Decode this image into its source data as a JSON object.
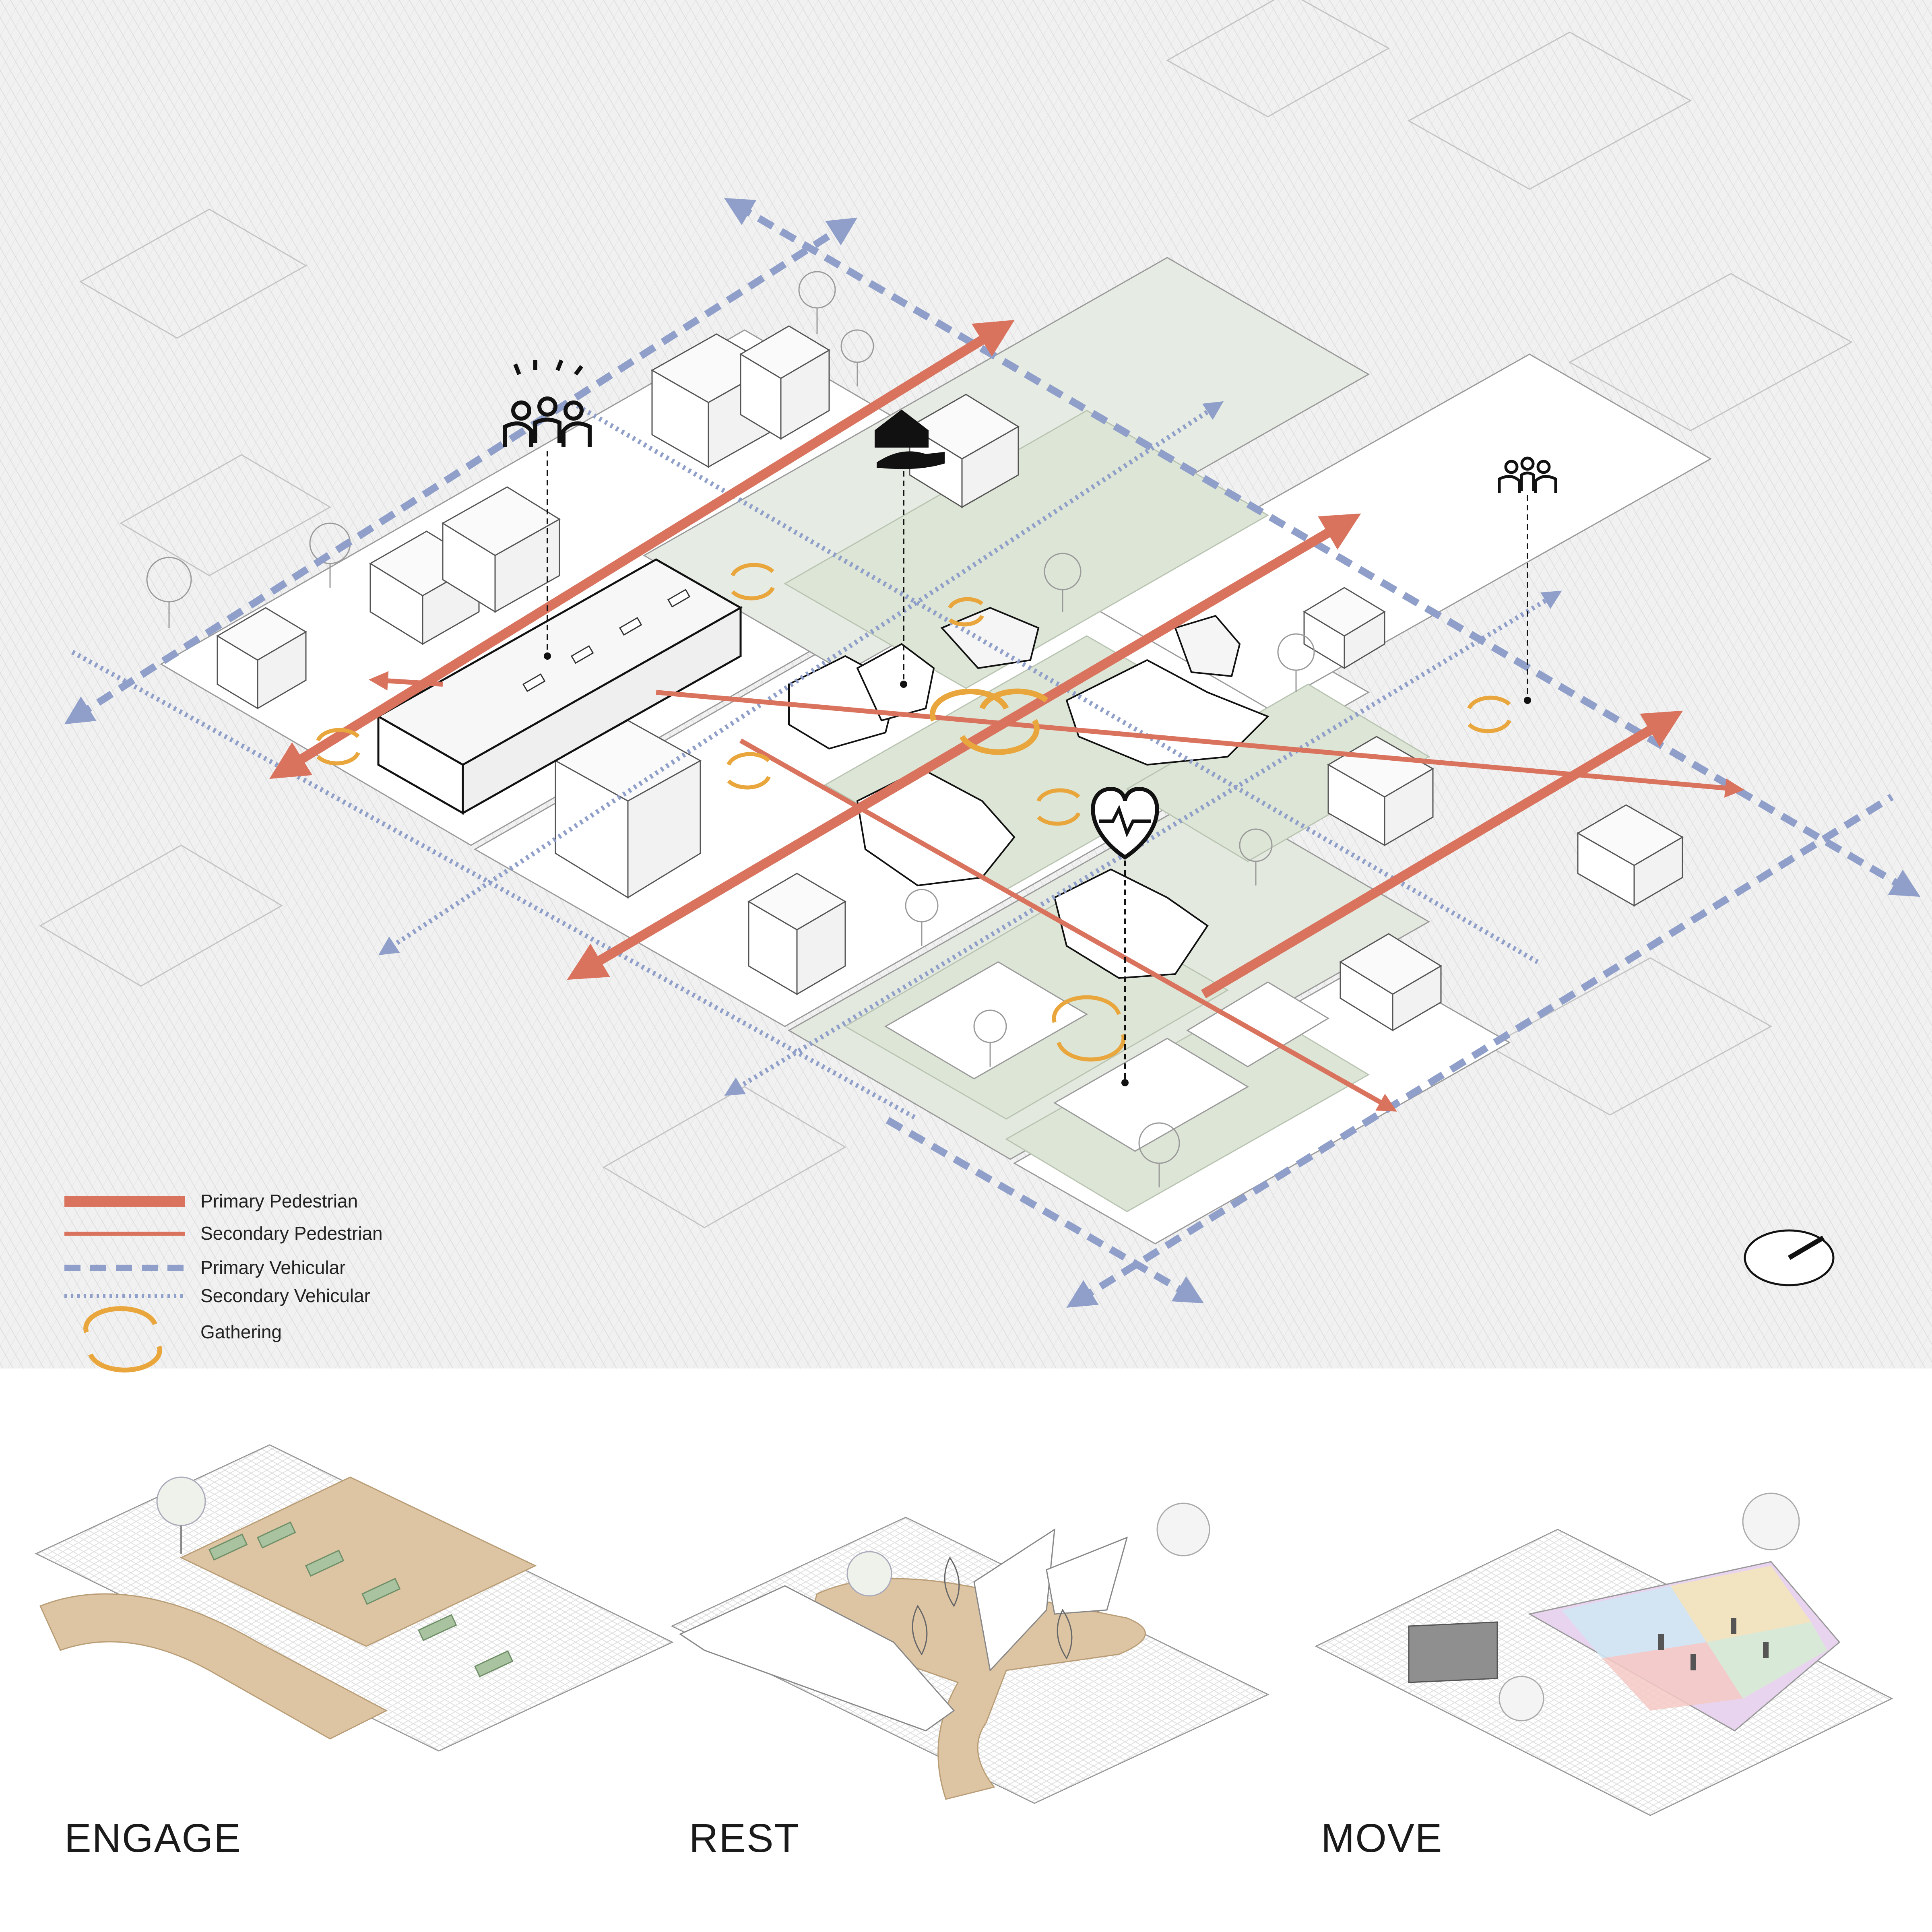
{
  "legend": {
    "primary_pedestrian": "Primary Pedestrian",
    "secondary_pedestrian": "Secondary Pedestrian",
    "primary_vehicular": "Primary Vehicular",
    "secondary_vehicular": "Secondary Vehicular",
    "gathering": "Gathering"
  },
  "vignettes": {
    "engage": "ENGAGE",
    "rest": "REST",
    "move": "MOVE"
  },
  "colors": {
    "pedestrian": "#d9735e",
    "vehicular": "#8f9fc9",
    "gathering": "#e9a63c",
    "green": "#dfe6d9",
    "paving": "#ddc5a4",
    "hatch": "#bfbfbf"
  },
  "icons": [
    "community-people-icon",
    "housing-hand-icon",
    "health-heart-icon",
    "north-arrow-icon"
  ]
}
